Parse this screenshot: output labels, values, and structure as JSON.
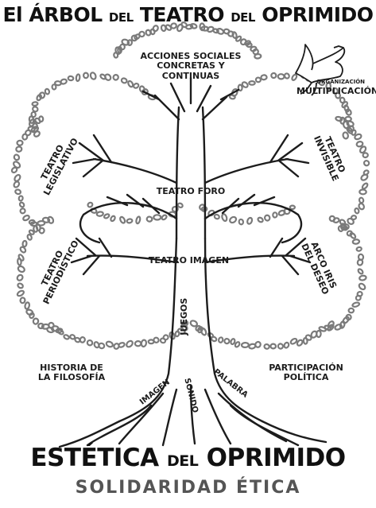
{
  "title": {
    "part1": "El ÁRBOL",
    "part2": "DEL",
    "part3": "TEATRO",
    "part4": "DEL",
    "part5": "OPRIMIDO"
  },
  "branches": {
    "top": "ACCIONES SOCIALES\nCONCRETAS Y CONTINUAS",
    "organizacion": "ORGANIZACIÓN",
    "multiplicacion": "MULTIPLICACIÓN",
    "legislativo": "TEATRO\nLEGISLATIVO",
    "invisible": "TEATRO\nINVISIBLE",
    "foro": "TEATRO FORO",
    "periodistico": "TEATRO\nPERIODÍSTICO",
    "imagen_teatro": "TEATRO IMAGEN",
    "arco_iris": "ARCO IRIS\nDEL DESEO",
    "juegos": "JUEGOS"
  },
  "roots": {
    "historia": "HISTORIA DE\nLA FILOSOFÍA",
    "politica": "PARTICIPACIÓN\nPOLÍTICA",
    "imagen": "IMAGEN",
    "sonido": "SONIDO",
    "palabra": "PALABRA"
  },
  "footer": {
    "part1": "ESTÉTICA",
    "part2": "DEL",
    "part3": "OPRIMIDO",
    "subtitle": "SOLIDARIDAD ÉTICA"
  },
  "colors": {
    "ink": "#1c1c1c",
    "leaf": "#7a7a7a",
    "subtitle": "#555555"
  }
}
